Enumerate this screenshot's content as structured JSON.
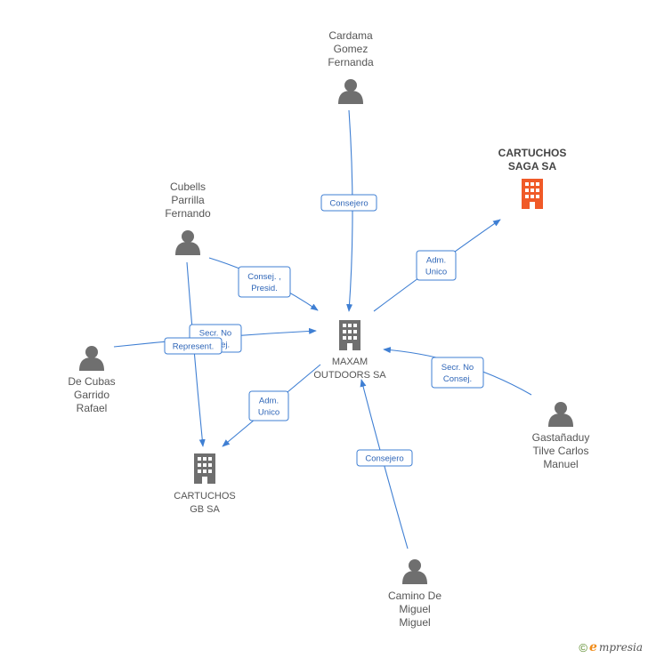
{
  "colors": {
    "edge": "#3f7fd3",
    "person_icon": "#6f6f6f",
    "company_icon": "#6f6f6f",
    "company_highlight": "#f05a28"
  },
  "nodes": {
    "cardama": {
      "label": [
        "Cardama",
        "Gomez",
        "Fernanda"
      ],
      "kind": "person"
    },
    "cubells": {
      "label": [
        "Cubells",
        "Parrilla",
        "Fernando"
      ],
      "kind": "person"
    },
    "cartuchos_saga": {
      "label": [
        "CARTUCHOS",
        "SAGA SA"
      ],
      "kind": "company-highlight"
    },
    "maxam": {
      "label": [
        "MAXAM",
        "OUTDOORS SA"
      ],
      "kind": "company"
    },
    "decubas": {
      "label": [
        "De Cubas",
        "Garrido",
        "Rafael"
      ],
      "kind": "person"
    },
    "gastanaduy": {
      "label": [
        "Gastañaduy",
        "Tilve Carlos",
        "Manuel"
      ],
      "kind": "person"
    },
    "cartuchos_gb": {
      "label": [
        "CARTUCHOS",
        "GB SA"
      ],
      "kind": "company"
    },
    "camino": {
      "label": [
        "Camino De",
        "Miguel",
        "Miguel"
      ],
      "kind": "person"
    }
  },
  "edges": [
    {
      "id": "cardama-maxam",
      "label": [
        "Consejero"
      ]
    },
    {
      "id": "maxam-saga",
      "label": [
        "Adm.",
        "Unico"
      ]
    },
    {
      "id": "cubells-maxam",
      "label": [
        "Consej. ,",
        "Presid."
      ]
    },
    {
      "id": "decubas-maxam",
      "label": [
        "Secr. No",
        "Consej."
      ]
    },
    {
      "id": "decubas-gb",
      "label": [
        "Represent."
      ]
    },
    {
      "id": "maxam-gb",
      "label": [
        "Adm.",
        "Unico"
      ]
    },
    {
      "id": "gastanaduy-maxam",
      "label": [
        "Secr. No",
        "Consej."
      ]
    },
    {
      "id": "camino-maxam",
      "label": [
        "Consejero"
      ]
    },
    {
      "id": "cubells-gb",
      "label": []
    }
  ],
  "footer": {
    "copyright_symbol": "©",
    "brand_initial": "e",
    "brand_rest": "mpresia"
  }
}
